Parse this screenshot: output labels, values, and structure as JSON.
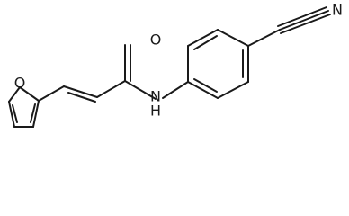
{
  "structure": {
    "atom_labels": {
      "furan_oxygen": "O",
      "carbonyl_oxygen": "O",
      "amide_nitrogen": "N",
      "amide_hydrogen": "H",
      "nitrile_nitrogen": "N"
    },
    "colors": {
      "bond": "#1a1a1a",
      "background": "#ffffff"
    }
  }
}
